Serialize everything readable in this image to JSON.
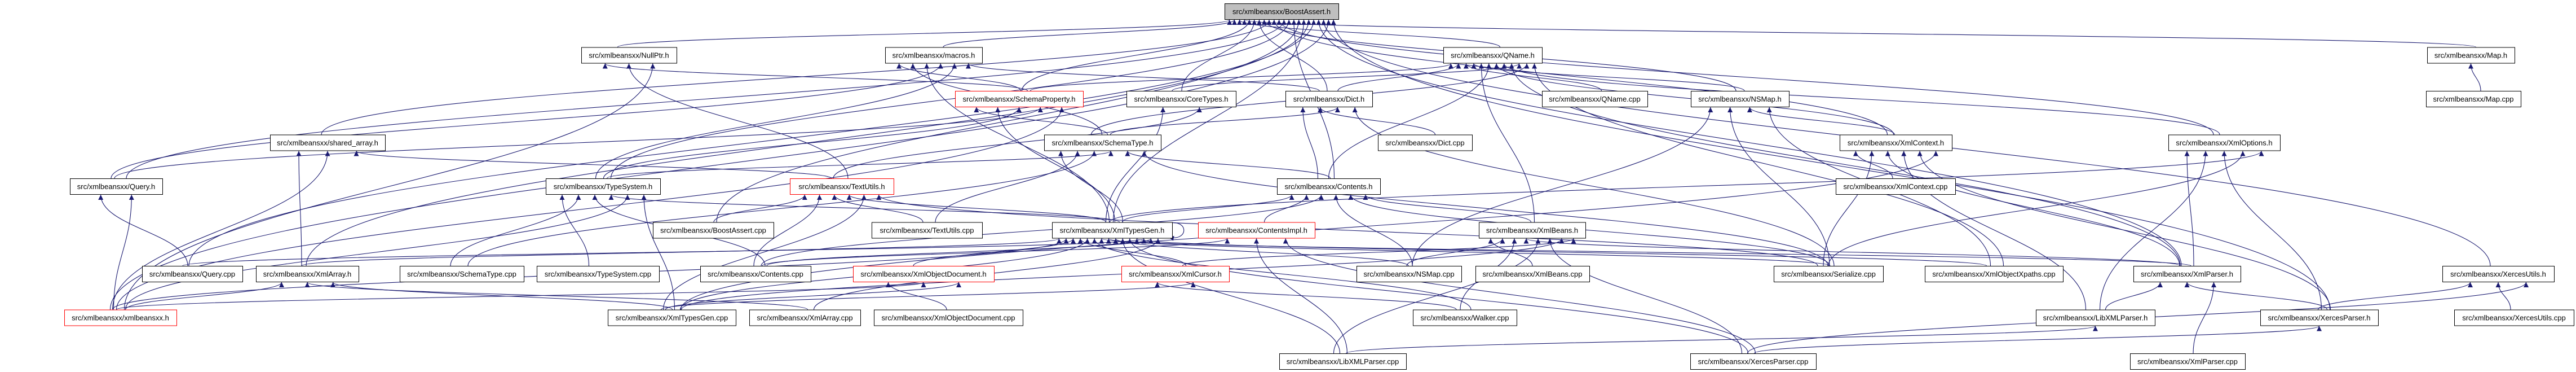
{
  "colors": {
    "edge": "#191970",
    "root_fill": "#bfbfbf",
    "highlight_border": "#ff0000",
    "border": "#000000"
  },
  "nodes": [
    {
      "id": "BoostAssert.h",
      "label": "src/xmlbeansxx/BoostAssert.h",
      "style": "root"
    },
    {
      "id": "NullPtr.h",
      "label": "src/xmlbeansxx/NullPtr.h",
      "style": "normal"
    },
    {
      "id": "macros.h",
      "label": "src/xmlbeansxx/macros.h",
      "style": "normal"
    },
    {
      "id": "QName.h",
      "label": "src/xmlbeansxx/QName.h",
      "style": "normal"
    },
    {
      "id": "Map.h",
      "label": "src/xmlbeansxx/Map.h",
      "style": "normal"
    },
    {
      "id": "SchemaProperty.h",
      "label": "src/xmlbeansxx/SchemaProperty.h",
      "style": "red"
    },
    {
      "id": "CoreTypes.h",
      "label": "src/xmlbeansxx/CoreTypes.h",
      "style": "normal"
    },
    {
      "id": "Dict.h",
      "label": "src/xmlbeansxx/Dict.h",
      "style": "normal"
    },
    {
      "id": "QName.cpp",
      "label": "src/xmlbeansxx/QName.cpp",
      "style": "normal"
    },
    {
      "id": "NSMap.h",
      "label": "src/xmlbeansxx/NSMap.h",
      "style": "normal"
    },
    {
      "id": "Map.cpp",
      "label": "src/xmlbeansxx/Map.cpp",
      "style": "normal"
    },
    {
      "id": "shared_array.h",
      "label": "src/xmlbeansxx/shared_array.h",
      "style": "normal"
    },
    {
      "id": "SchemaType.h",
      "label": "src/xmlbeansxx/SchemaType.h",
      "style": "normal"
    },
    {
      "id": "Dict.cpp",
      "label": "src/xmlbeansxx/Dict.cpp",
      "style": "normal"
    },
    {
      "id": "XmlContext.h",
      "label": "src/xmlbeansxx/XmlContext.h",
      "style": "normal"
    },
    {
      "id": "XmlOptions.h",
      "label": "src/xmlbeansxx/XmlOptions.h",
      "style": "normal"
    },
    {
      "id": "Query.h",
      "label": "src/xmlbeansxx/Query.h",
      "style": "normal"
    },
    {
      "id": "TypeSystem.h",
      "label": "src/xmlbeansxx/TypeSystem.h",
      "style": "normal"
    },
    {
      "id": "TextUtils.h",
      "label": "src/xmlbeansxx/TextUtils.h",
      "style": "red"
    },
    {
      "id": "Contents.h",
      "label": "src/xmlbeansxx/Contents.h",
      "style": "normal"
    },
    {
      "id": "XmlContext.cpp",
      "label": "src/xmlbeansxx/XmlContext.cpp",
      "style": "normal"
    },
    {
      "id": "BoostAssert.cpp",
      "label": "src/xmlbeansxx/BoostAssert.cpp",
      "style": "normal"
    },
    {
      "id": "TextUtils.cpp",
      "label": "src/xmlbeansxx/TextUtils.cpp",
      "style": "normal"
    },
    {
      "id": "XmlTypesGen.h",
      "label": "src/xmlbeansxx/XmlTypesGen.h",
      "style": "normal"
    },
    {
      "id": "ContentsImpl.h",
      "label": "src/xmlbeansxx/ContentsImpl.h",
      "style": "red"
    },
    {
      "id": "XmlBeans.h",
      "label": "src/xmlbeansxx/XmlBeans.h",
      "style": "normal"
    },
    {
      "id": "Query.cpp",
      "label": "src/xmlbeansxx/Query.cpp",
      "style": "normal"
    },
    {
      "id": "XmlArray.h",
      "label": "src/xmlbeansxx/XmlArray.h",
      "style": "normal"
    },
    {
      "id": "SchemaType.cpp",
      "label": "src/xmlbeansxx/SchemaType.cpp",
      "style": "normal"
    },
    {
      "id": "TypeSystem.cpp",
      "label": "src/xmlbeansxx/TypeSystem.cpp",
      "style": "normal"
    },
    {
      "id": "Contents.cpp",
      "label": "src/xmlbeansxx/Contents.cpp",
      "style": "normal"
    },
    {
      "id": "XmlObjectDocument.h",
      "label": "src/xmlbeansxx/XmlObjectDocument.h",
      "style": "red"
    },
    {
      "id": "XmlCursor.h",
      "label": "src/xmlbeansxx/XmlCursor.h",
      "style": "red"
    },
    {
      "id": "NSMap.cpp",
      "label": "src/xmlbeansxx/NSMap.cpp",
      "style": "normal"
    },
    {
      "id": "XmlBeans.cpp",
      "label": "src/xmlbeansxx/XmlBeans.cpp",
      "style": "normal"
    },
    {
      "id": "Serialize.cpp",
      "label": "src/xmlbeansxx/Serialize.cpp",
      "style": "normal"
    },
    {
      "id": "XmlObjectXpaths.cpp",
      "label": "src/xmlbeansxx/XmlObjectXpaths.cpp",
      "style": "normal"
    },
    {
      "id": "XmlParser.h",
      "label": "src/xmlbeansxx/XmlParser.h",
      "style": "normal"
    },
    {
      "id": "XercesUtils.h",
      "label": "src/xmlbeansxx/XercesUtils.h",
      "style": "normal"
    },
    {
      "id": "xmlbeansxx.h",
      "label": "src/xmlbeansxx/xmlbeansxx.h",
      "style": "red"
    },
    {
      "id": "XmlTypesGen.cpp",
      "label": "src/xmlbeansxx/XmlTypesGen.cpp",
      "style": "normal"
    },
    {
      "id": "XmlArray.cpp",
      "label": "src/xmlbeansxx/XmlArray.cpp",
      "style": "normal"
    },
    {
      "id": "XmlObjectDocument.cpp",
      "label": "src/xmlbeansxx/XmlObjectDocument.cpp",
      "style": "normal"
    },
    {
      "id": "Walker.cpp",
      "label": "src/xmlbeansxx/Walker.cpp",
      "style": "normal"
    },
    {
      "id": "LibXMLParser.h",
      "label": "src/xmlbeansxx/LibXMLParser.h",
      "style": "normal"
    },
    {
      "id": "XercesParser.h",
      "label": "src/xmlbeansxx/XercesParser.h",
      "style": "normal"
    },
    {
      "id": "XercesUtils.cpp",
      "label": "src/xmlbeansxx/XercesUtils.cpp",
      "style": "normal"
    },
    {
      "id": "LibXMLParser.cpp",
      "label": "src/xmlbeansxx/LibXMLParser.cpp",
      "style": "normal"
    },
    {
      "id": "XercesParser.cpp",
      "label": "src/xmlbeansxx/XercesParser.cpp",
      "style": "normal"
    },
    {
      "id": "XmlParser.cpp",
      "label": "src/xmlbeansxx/XmlParser.cpp",
      "style": "normal"
    }
  ],
  "edges": [
    [
      "NullPtr.h",
      "BoostAssert.h"
    ],
    [
      "macros.h",
      "BoostAssert.h"
    ],
    [
      "QName.h",
      "BoostAssert.h"
    ],
    [
      "Map.h",
      "BoostAssert.h"
    ],
    [
      "SchemaProperty.h",
      "BoostAssert.h"
    ],
    [
      "CoreTypes.h",
      "BoostAssert.h"
    ],
    [
      "Dict.h",
      "BoostAssert.h"
    ],
    [
      "NSMap.h",
      "BoostAssert.h"
    ],
    [
      "shared_array.h",
      "BoostAssert.h"
    ],
    [
      "XmlContext.h",
      "BoostAssert.h"
    ],
    [
      "XmlOptions.h",
      "BoostAssert.h"
    ],
    [
      "Query.h",
      "BoostAssert.h"
    ],
    [
      "TypeSystem.h",
      "BoostAssert.h"
    ],
    [
      "Contents.h",
      "BoostAssert.h"
    ],
    [
      "BoostAssert.cpp",
      "BoostAssert.h"
    ],
    [
      "XmlTypesGen.h",
      "BoostAssert.h"
    ],
    [
      "XmlArray.h",
      "BoostAssert.h"
    ],
    [
      "Query.cpp",
      "BoostAssert.h"
    ],
    [
      "XmlParser.h",
      "BoostAssert.h"
    ],
    [
      "XercesUtils.h",
      "BoostAssert.h"
    ],
    [
      "xmlbeansxx.h",
      "BoostAssert.h"
    ],
    [
      "XercesParser.h",
      "BoostAssert.h"
    ],
    [
      "SchemaProperty.h",
      "NullPtr.h"
    ],
    [
      "TextUtils.h",
      "NullPtr.h"
    ],
    [
      "xmlbeansxx.h",
      "NullPtr.h"
    ],
    [
      "SchemaProperty.h",
      "macros.h"
    ],
    [
      "SchemaType.h",
      "macros.h"
    ],
    [
      "XmlTypesGen.h",
      "macros.h"
    ],
    [
      "Query.h",
      "macros.h"
    ],
    [
      "TypeSystem.h",
      "macros.h"
    ],
    [
      "Dict.h",
      "macros.h"
    ],
    [
      "SchemaProperty.h",
      "QName.h"
    ],
    [
      "Dict.h",
      "QName.h"
    ],
    [
      "QName.cpp",
      "QName.h"
    ],
    [
      "NSMap.h",
      "QName.h"
    ],
    [
      "XmlBeans.h",
      "QName.h"
    ],
    [
      "Contents.h",
      "QName.h"
    ],
    [
      "XmlContext.h",
      "QName.h"
    ],
    [
      "XmlOptions.h",
      "QName.h"
    ],
    [
      "XmlParser.h",
      "QName.h"
    ],
    [
      "CoreTypes.h",
      "QName.h"
    ],
    [
      "SchemaType.h",
      "QName.h"
    ],
    [
      "XmlObjectXpaths.cpp",
      "QName.h"
    ],
    [
      "Map.cpp",
      "Map.h"
    ],
    [
      "SchemaType.h",
      "SchemaProperty.h"
    ],
    [
      "XmlTypesGen.h",
      "SchemaProperty.h"
    ],
    [
      "TypeSystem.h",
      "SchemaProperty.h"
    ],
    [
      "Query.h",
      "SchemaProperty.h"
    ],
    [
      "xmlbeansxx.h",
      "SchemaProperty.h"
    ],
    [
      "XmlTypesGen.h",
      "CoreTypes.h"
    ],
    [
      "TextUtils.h",
      "CoreTypes.h"
    ],
    [
      "Contents.h",
      "Dict.h"
    ],
    [
      "Dict.cpp",
      "Dict.h"
    ],
    [
      "SchemaType.h",
      "Dict.h"
    ],
    [
      "Serialize.cpp",
      "Dict.h"
    ],
    [
      "NSMap.cpp",
      "NSMap.h"
    ],
    [
      "Serialize.cpp",
      "NSMap.h"
    ],
    [
      "XmlContext.h",
      "NSMap.h"
    ],
    [
      "XmlObjectXpaths.cpp",
      "NSMap.h"
    ],
    [
      "XmlArray.h",
      "shared_array.h"
    ],
    [
      "xmlbeansxx.h",
      "shared_array.h"
    ],
    [
      "TextUtils.h",
      "shared_array.h"
    ],
    [
      "XmlTypesGen.h",
      "SchemaType.h"
    ],
    [
      "TextUtils.cpp",
      "SchemaType.h"
    ],
    [
      "SchemaType.cpp",
      "SchemaType.h"
    ],
    [
      "TypeSystem.h",
      "SchemaType.h"
    ],
    [
      "Contents.h",
      "SchemaType.h"
    ],
    [
      "Serialize.cpp",
      "SchemaType.h"
    ],
    [
      "XmlContext.cpp",
      "XmlContext.h"
    ],
    [
      "Serialize.cpp",
      "XmlContext.h"
    ],
    [
      "XmlParser.h",
      "XmlContext.h"
    ],
    [
      "LibXMLParser.h",
      "XmlContext.h"
    ],
    [
      "XercesParser.h",
      "XmlContext.h"
    ],
    [
      "XmlTypesGen.cpp",
      "XmlContext.h"
    ],
    [
      "XmlParser.h",
      "XmlOptions.h"
    ],
    [
      "LibXMLParser.h",
      "XmlOptions.h"
    ],
    [
      "XercesParser.h",
      "XmlOptions.h"
    ],
    [
      "Serialize.cpp",
      "XmlOptions.h"
    ],
    [
      "XmlTypesGen.h",
      "XmlOptions.h"
    ],
    [
      "Query.cpp",
      "Query.h"
    ],
    [
      "xmlbeansxx.h",
      "Query.h"
    ],
    [
      "TypeSystem.cpp",
      "TypeSystem.h"
    ],
    [
      "SchemaType.cpp",
      "TypeSystem.h"
    ],
    [
      "Contents.cpp",
      "TypeSystem.h"
    ],
    [
      "XmlTypesGen.h",
      "TypeSystem.h"
    ],
    [
      "xmlbeansxx.h",
      "TypeSystem.h"
    ],
    [
      "XmlTypesGen.cpp",
      "TypeSystem.h"
    ],
    [
      "BoostAssert.cpp",
      "TextUtils.h"
    ],
    [
      "Contents.cpp",
      "TextUtils.h"
    ],
    [
      "TextUtils.cpp",
      "TextUtils.h"
    ],
    [
      "XmlTypesGen.h",
      "TextUtils.h"
    ],
    [
      "XmlTypesGen.cpp",
      "TextUtils.h"
    ],
    [
      "Serialize.cpp",
      "TextUtils.h"
    ],
    [
      "XmlTypesGen.h",
      "Contents.h"
    ],
    [
      "ContentsImpl.h",
      "Contents.h"
    ],
    [
      "Contents.cpp",
      "Contents.h"
    ],
    [
      "NSMap.cpp",
      "Contents.h"
    ],
    [
      "Serialize.cpp",
      "Contents.h"
    ],
    [
      "XmlBeans.h",
      "Contents.h"
    ],
    [
      "XmlTypesGen.h",
      "XmlTypesGen.h"
    ],
    [
      "XmlArray.h",
      "XmlTypesGen.h"
    ],
    [
      "xmlbeansxx.h",
      "XmlTypesGen.h"
    ],
    [
      "XmlObjectDocument.h",
      "XmlTypesGen.h"
    ],
    [
      "XmlCursor.h",
      "XmlTypesGen.h"
    ],
    [
      "XmlTypesGen.cpp",
      "XmlTypesGen.h"
    ],
    [
      "Walker.cpp",
      "XmlTypesGen.h"
    ],
    [
      "XmlParser.h",
      "XmlTypesGen.h"
    ],
    [
      "Serialize.cpp",
      "XmlTypesGen.h"
    ],
    [
      "NSMap.cpp",
      "XmlTypesGen.h"
    ],
    [
      "LibXMLParser.cpp",
      "XmlTypesGen.h"
    ],
    [
      "XercesParser.cpp",
      "XmlTypesGen.h"
    ],
    [
      "XmlObjectXpaths.cpp",
      "XmlTypesGen.h"
    ],
    [
      "Query.cpp",
      "XmlTypesGen.h"
    ],
    [
      "Contents.cpp",
      "XmlTypesGen.h"
    ],
    [
      "XmlArray.cpp",
      "XmlTypesGen.h"
    ],
    [
      "Contents.cpp",
      "ContentsImpl.h"
    ],
    [
      "LibXMLParser.cpp",
      "ContentsImpl.h"
    ],
    [
      "XercesParser.cpp",
      "ContentsImpl.h"
    ],
    [
      "XmlBeans.cpp",
      "XmlBeans.h"
    ],
    [
      "NSMap.cpp",
      "XmlBeans.h"
    ],
    [
      "Walker.cpp",
      "XmlBeans.h"
    ],
    [
      "XmlParser.h",
      "XmlBeans.h"
    ],
    [
      "LibXMLParser.cpp",
      "XmlBeans.h"
    ],
    [
      "XercesParser.cpp",
      "XmlBeans.h"
    ],
    [
      "XmlTypesGen.cpp",
      "XmlBeans.h"
    ],
    [
      "XmlCursor.h",
      "XmlBeans.h"
    ],
    [
      "xmlbeansxx.h",
      "XmlArray.h"
    ],
    [
      "XmlArray.cpp",
      "XmlArray.h"
    ],
    [
      "XmlTypesGen.cpp",
      "XmlArray.h"
    ],
    [
      "XmlObjectDocument.cpp",
      "XmlObjectDocument.h"
    ],
    [
      "xmlbeansxx.h",
      "XmlObjectDocument.h"
    ],
    [
      "XmlTypesGen.cpp",
      "XmlObjectDocument.h"
    ],
    [
      "Walker.cpp",
      "XmlCursor.h"
    ],
    [
      "XmlTypesGen.cpp",
      "XmlCursor.h"
    ],
    [
      "LibXMLParser.h",
      "XmlParser.h"
    ],
    [
      "XercesParser.h",
      "XmlParser.h"
    ],
    [
      "XmlParser.cpp",
      "XmlParser.h"
    ],
    [
      "LibXMLParser.cpp",
      "LibXMLParser.h"
    ],
    [
      "XercesParser.cpp",
      "XercesParser.h"
    ],
    [
      "XercesParser.h",
      "XercesUtils.h"
    ],
    [
      "XercesUtils.cpp",
      "XercesUtils.h"
    ],
    [
      "XercesParser.cpp",
      "XercesUtils.h"
    ]
  ]
}
